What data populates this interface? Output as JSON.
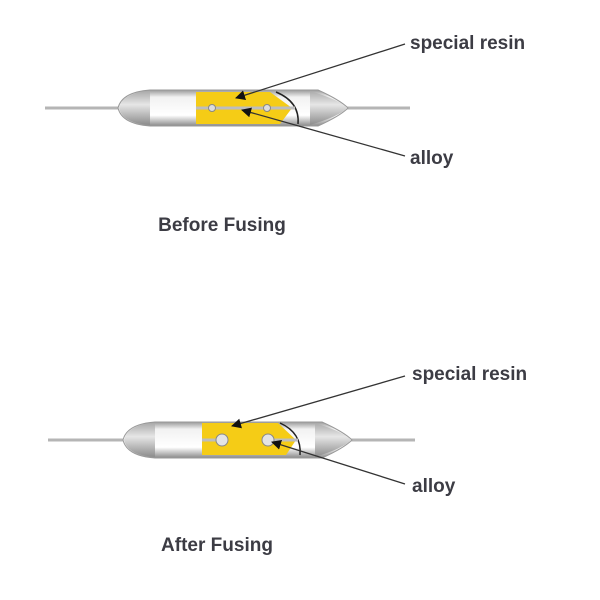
{
  "before": {
    "caption": "Before Fusing",
    "labels": {
      "resin": "special resin",
      "alloy": "alloy"
    }
  },
  "after": {
    "caption": "After Fusing",
    "labels": {
      "resin": "special resin",
      "alloy": "alloy"
    }
  },
  "colors": {
    "alloy_yellow": "#f5cc16",
    "text": "#3c3c44",
    "glass": "#d8d8d8"
  }
}
